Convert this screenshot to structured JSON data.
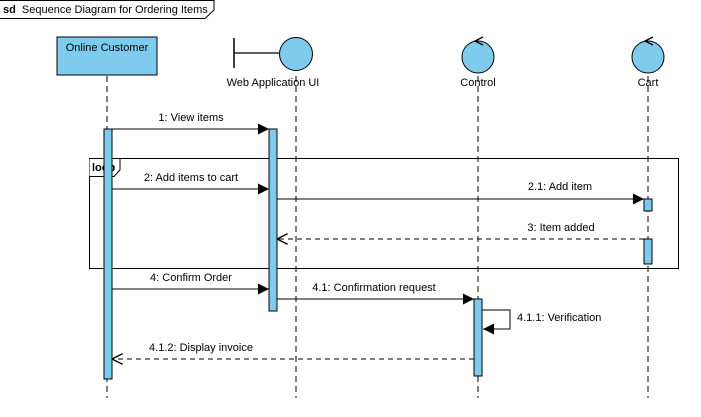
{
  "frame": {
    "keyword": "sd",
    "title": "Sequence Diagram for Ordering Items"
  },
  "participants": {
    "customer": "Online Customer",
    "webui": "Web Application UI",
    "control": "Control",
    "cart": "Cart"
  },
  "fragment": {
    "operator": "loop"
  },
  "messages": {
    "m1": "1: View items",
    "m2": "2: Add items to cart",
    "m21": "2.1: Add item",
    "m3": "3: Item added",
    "m4": "4: Confirm Order",
    "m41": "4.1: Confirmation request",
    "m411": "4.1.1: Verification",
    "m412": "4.1.2: Display invoice"
  },
  "colors": {
    "participant_fill": "#7fcbee",
    "line": "#000000"
  }
}
